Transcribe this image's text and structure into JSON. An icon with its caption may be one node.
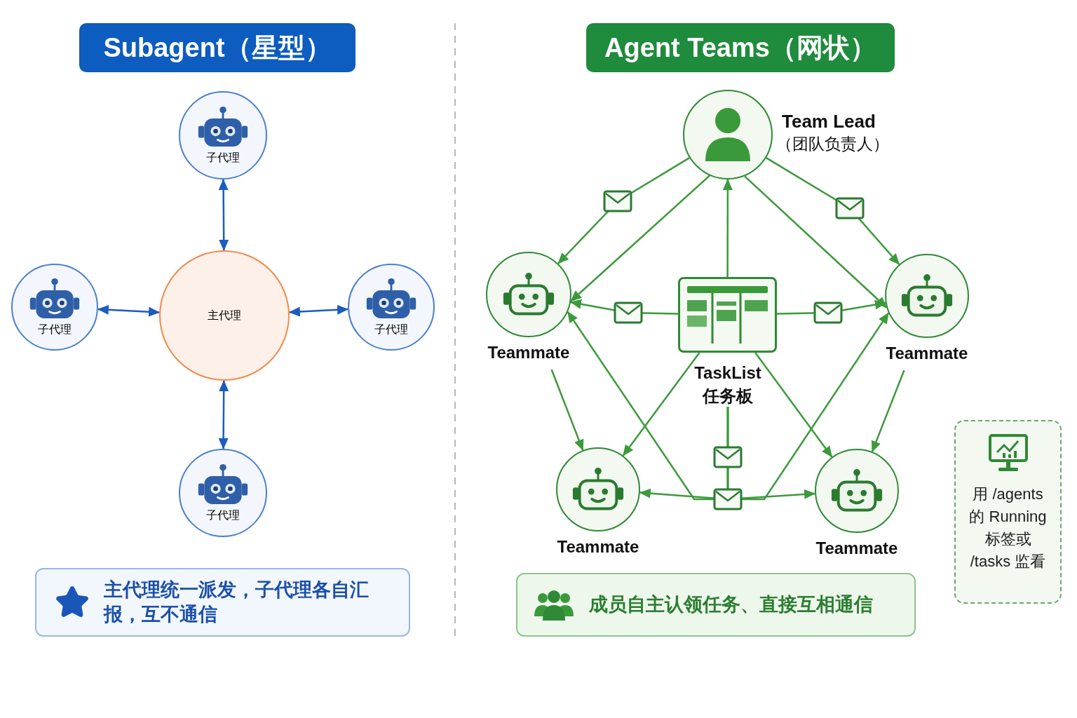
{
  "diagram": {
    "nodes": [
      {
        "text": [
          "Subagent（星型）"
        ]
      },
      {
        "text": [
          "子代理"
        ]
      },
      {
        "text": [
          "子代理"
        ]
      },
      {
        "text": [
          "主代理"
        ]
      },
      {
        "text": [
          "子代理"
        ]
      },
      {
        "text": [
          "子代理"
        ]
      },
      {
        "text": [
          "主代理统一派发，子代理各自汇报，互不通信"
        ]
      },
      {
        "text": [
          "Agent Teams（网状）"
        ]
      },
      {
        "text": [
          "Team Lead",
          "（团队负责人）"
        ]
      },
      {
        "text": [
          "Teammate"
        ]
      },
      {
        "text": [
          "TaskList 任务板"
        ]
      },
      {
        "text": [
          "Teammate"
        ]
      },
      {
        "text": [
          "Teammate"
        ]
      },
      {
        "text": [
          "Teammate"
        ]
      },
      {
        "text": [
          "成员自主认领任务、直接互相通信"
        ]
      },
      {
        "text": [
          "用 /agents 的 Running 标签或 /tasks 监看"
        ]
      }
    ],
    "edges": [
      {
        "from": 1,
        "to": 3,
        "arrow": "both",
        "color": "#1a5cc0"
      },
      {
        "from": 2,
        "to": 3,
        "arrow": "both",
        "color": "#1a5cc0"
      },
      {
        "from": 3,
        "to": 4,
        "arrow": "both",
        "color": "#1a5cc0"
      },
      {
        "from": 3,
        "to": 5,
        "arrow": "both",
        "color": "#1a5cc0"
      },
      {
        "from": 8,
        "to": 9,
        "arrow": "to"
      },
      {
        "from": 8,
        "to": 11,
        "arrow": "to"
      },
      {
        "from": 10,
        "to": 8,
        "arrow": "to"
      },
      {
        "from": 8,
        "to": 9,
        "arrow": "to"
      },
      {
        "from": 8,
        "to": 11,
        "arrow": "to"
      },
      {
        "from": 10,
        "to": 9,
        "arrow": "to"
      },
      {
        "from": 10,
        "to": 11,
        "arrow": "to"
      },
      {
        "from": 10,
        "to": 12,
        "arrow": "to"
      },
      {
        "from": 10,
        "to": 13,
        "arrow": "to"
      },
      {
        "from": 9,
        "to": 12,
        "arrow": "to"
      },
      {
        "from": 11,
        "to": 13,
        "arrow": "to"
      },
      {
        "from": 10,
        "to": 12,
        "arrow": "to"
      },
      {
        "from": 10,
        "to": 13,
        "arrow": "to"
      },
      {
        "from": 10,
        "to": 9,
        "arrow": "to"
      },
      {
        "from": 10,
        "to": 11,
        "arrow": "to"
      }
    ]
  }
}
